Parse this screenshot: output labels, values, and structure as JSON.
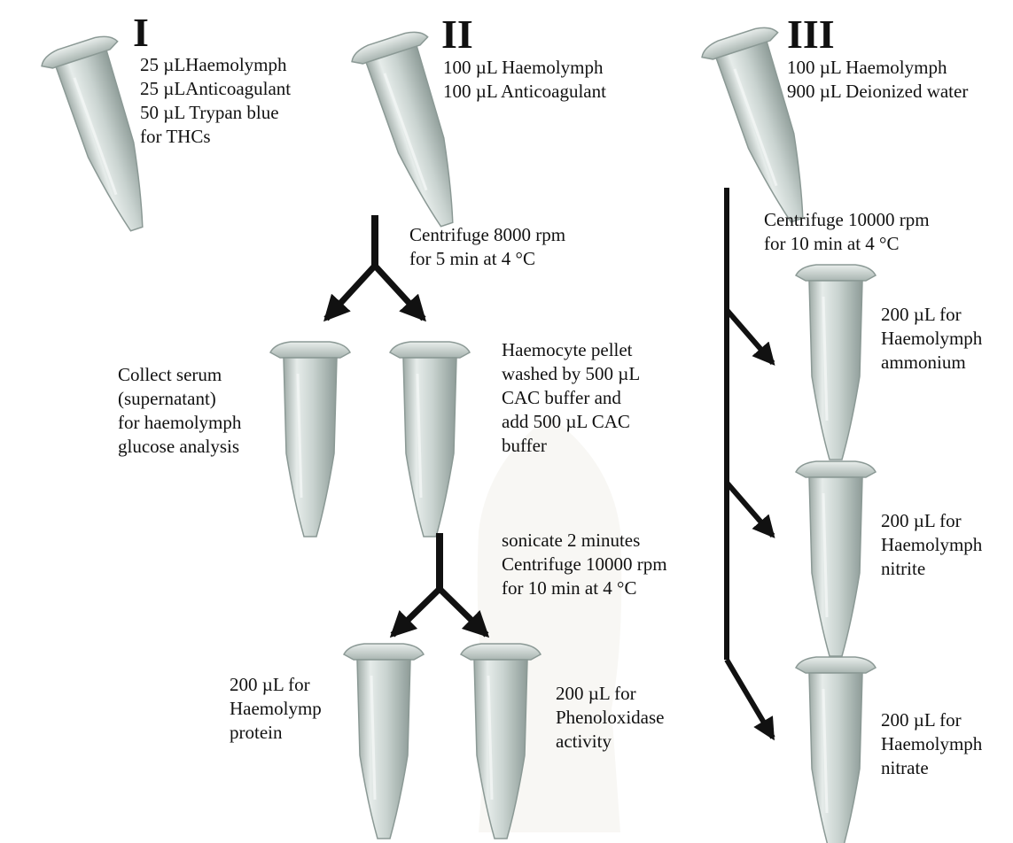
{
  "sample_groups": [
    {
      "id": "I",
      "lines": [
        "25 µLHaemolymph",
        "25 µLAnticoagulant",
        "50 µL Trypan blue",
        "for THCs"
      ]
    },
    {
      "id": "II",
      "lines": [
        "100 µL Haemolymph",
        "100 µL Anticoagulant"
      ]
    },
    {
      "id": "III",
      "lines": [
        "100 µL Haemolymph",
        "900 µL Deionized water"
      ]
    }
  ],
  "steps": {
    "centrifuge_ii": [
      "Centrifuge 8000 rpm",
      "for 5 min at 4 °C"
    ],
    "centrifuge_iii": [
      "Centrifuge 10000 rpm",
      "for 10 min at 4 °C"
    ],
    "sonicate": [
      "sonicate 2 minutes",
      "Centrifuge 10000 rpm",
      "for 10 min at 4 °C"
    ]
  },
  "outputs": {
    "serum": [
      "Collect serum",
      "(supernatant)",
      "for haemolymph",
      "glucose analysis"
    ],
    "pellet": [
      "Haemocyte pellet",
      "washed by 500 µL",
      " CAC buffer and",
      "add 500 µL CAC",
      "buffer"
    ],
    "protein": [
      "200 µL for",
      "Haemolymp",
      "protein"
    ],
    "phenoloxidase": [
      "200 µL for",
      "Phenoloxidase",
      "activity"
    ],
    "ammonium": [
      "200 µL for",
      "Haemolymph",
      "ammonium"
    ],
    "nitrite": [
      "200 µL for",
      "Haemolymph",
      "nitrite"
    ],
    "nitrate": [
      "200 µL for",
      "Haemolymph",
      "nitrate"
    ]
  },
  "colors": {
    "arrow": "#111111",
    "tube_fill": "#d3dcd9",
    "tube_stroke": "#8b9995",
    "text": "#111111"
  }
}
